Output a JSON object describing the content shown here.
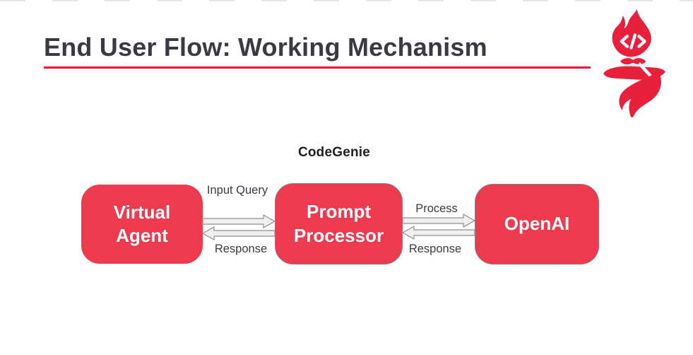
{
  "header": {
    "title": "End User Flow: Working Mechanism"
  },
  "logo": {
    "name": "codegenie-torch-logo",
    "code_glyph": "</>"
  },
  "diagram": {
    "caption": "CodeGenie",
    "nodes": [
      {
        "id": "virtual-agent",
        "label": "Virtual Agent"
      },
      {
        "id": "prompt-processor",
        "label": "Prompt Processor"
      },
      {
        "id": "openai",
        "label": "OpenAI"
      }
    ],
    "flows": [
      {
        "from": "virtual-agent",
        "to": "prompt-processor",
        "label": "Input Query",
        "direction": "right"
      },
      {
        "from": "prompt-processor",
        "to": "virtual-agent",
        "label": "Response",
        "direction": "left"
      },
      {
        "from": "prompt-processor",
        "to": "openai",
        "label": "Process",
        "direction": "right"
      },
      {
        "from": "openai",
        "to": "prompt-processor",
        "label": "Response",
        "direction": "left"
      }
    ]
  },
  "colors": {
    "accent-red": "#EC1B3C",
    "node-red": "#EE3A4F",
    "logo-red": "#E8203C",
    "title-dark": "#3A3A43",
    "label-dark": "#3C3C44",
    "arrow-fill": "#EFEFEF",
    "arrow-stroke": "#8F8F8F"
  }
}
